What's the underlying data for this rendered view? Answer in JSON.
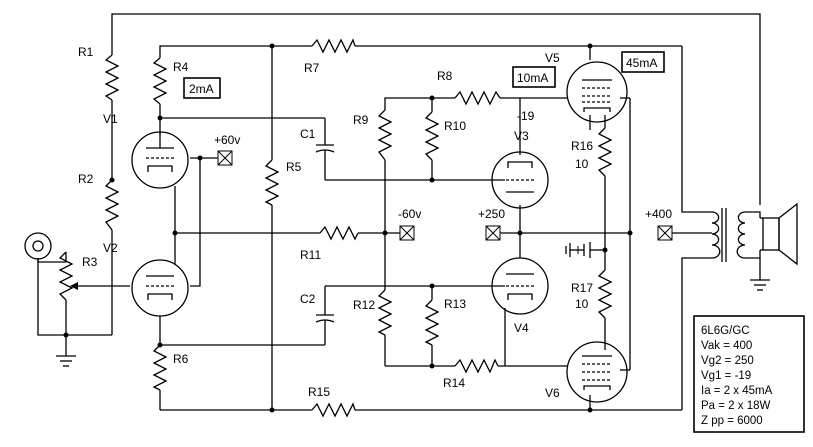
{
  "components": {
    "R1": "R1",
    "R2": "R2",
    "R3": "R3",
    "R4": "R4",
    "R5": "R5",
    "R6": "R6",
    "R7": "R7",
    "R8": "R8",
    "R9": "R9",
    "R10": "R10",
    "R11": "R11",
    "R12": "R12",
    "R13": "R13",
    "R14": "R14",
    "R15": "R15",
    "R16": "R16",
    "R16_val": "10",
    "R17": "R17",
    "R17_val": "10",
    "C1": "C1",
    "C2": "C2",
    "V1": "V1",
    "V2": "V2",
    "V3": "V3",
    "V4": "V4",
    "V5": "V5",
    "V6": "V6"
  },
  "voltages": {
    "plus60": "+60v",
    "minus60": "-60v",
    "plus250": "+250",
    "plus400": "+400",
    "minus19": "-19"
  },
  "currents": {
    "i_v1": "2mA",
    "i_v3": "10mA",
    "i_v5": "45mA"
  },
  "specs": {
    "lines": [
      "6L6G/GC",
      "Vak = 400",
      "Vg2 = 250",
      "Vg1 = -19",
      "Ia = 2 x 45mA",
      "Pa = 2 x 18W",
      "Z pp = 6000"
    ]
  }
}
